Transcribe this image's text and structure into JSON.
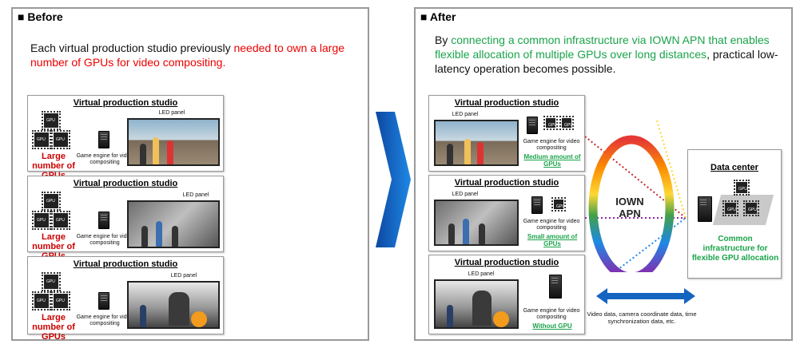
{
  "before": {
    "title": "■ Before",
    "lead_plain": "Each virtual production studio previously ",
    "lead_highlight": "needed to own a large number of GPUs for video compositing.",
    "studios": [
      {
        "title": "Virtual production studio",
        "led": "LED panel",
        "gpu_label": "Large number of GPUs",
        "engine": "Game engine for video compositing"
      },
      {
        "title": "Virtual production studio",
        "led": "LED panel",
        "gpu_label": "Large number of GPUs",
        "engine": "Game engine for video compositing"
      },
      {
        "title": "Virtual production studio",
        "led": "LED panel",
        "gpu_label": "Large number of GPUs",
        "engine": "Game engine for video compositing"
      }
    ]
  },
  "after": {
    "title": "■ After",
    "lead_pre": "By ",
    "lead_highlight": "connecting a common infrastructure via IOWN APN that enables flexible allocation of multiple GPUs over long distances",
    "lead_post": ", practical low-latency operation becomes possible.",
    "studios": [
      {
        "title": "Virtual production studio",
        "led": "LED panel",
        "engine": "Game engine for video compositing",
        "gpu_label": "Medium amount of GPUs"
      },
      {
        "title": "Virtual production studio",
        "led": "LED panel",
        "engine": "Game engine for video compositing",
        "gpu_label": "Small amount of GPUs"
      },
      {
        "title": "Virtual production studio",
        "led": "LED panel",
        "engine": "Game engine for video compositing",
        "gpu_label": "Without GPU"
      }
    ],
    "network": {
      "line1": "IOWN",
      "line2": "APN"
    },
    "datacenter": {
      "title": "Data center",
      "label": "Common infrastructure for flexible GPU allocation"
    },
    "data_note": "Video data, camera coordinate data, time synchronization data, etc."
  },
  "colors": {
    "arrow": "#1565c0",
    "highlight_red": "#e00000",
    "highlight_green": "#1aa34a",
    "label_red": "#c00000"
  }
}
